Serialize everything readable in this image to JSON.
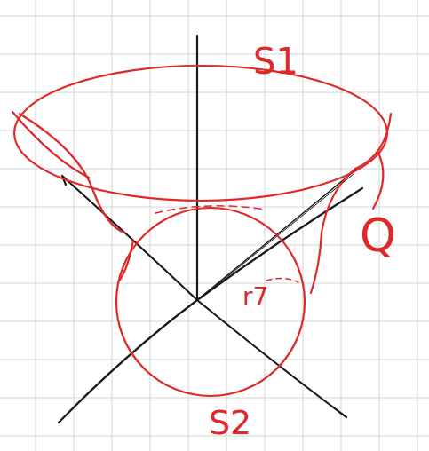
{
  "diagram": {
    "labels": [
      "S1",
      "Q",
      "r7",
      "S2"
    ]
  }
}
